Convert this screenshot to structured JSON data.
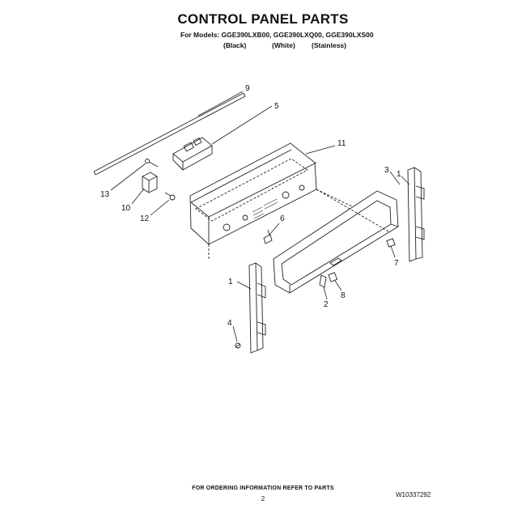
{
  "header": {
    "title": "CONTROL PANEL PARTS",
    "models_line": "For Models: GGE390LXB00, GGE390LXQ00, GGE390LXS00",
    "variants": [
      "(Black)",
      "(White)",
      "(Stainless)"
    ]
  },
  "callouts": [
    "9",
    "5",
    "11",
    "3",
    "1",
    "13",
    "10",
    "12",
    "6",
    "7",
    "1",
    "8",
    "2",
    "4"
  ],
  "footer": {
    "note": "FOR ORDERING INFORMATION REFER TO PARTS",
    "page_number": "2",
    "doc_number": "W10337292"
  }
}
